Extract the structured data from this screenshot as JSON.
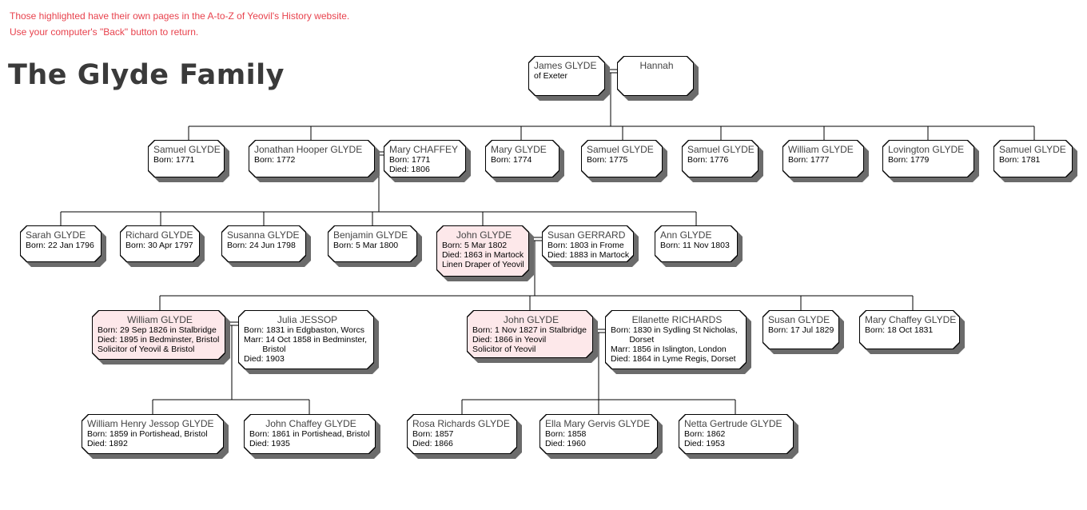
{
  "notes": [
    "Those highlighted have their own pages in the A-to-Z of Yeovil's History website.",
    "Use your computer's \"Back\" button to return."
  ],
  "title": "The Glyde Family",
  "colors": {
    "highlight": "#fde8ea",
    "note": "#e8424d"
  },
  "people": [
    {
      "id": "james",
      "name": "James GLYDE",
      "lines": [
        "of Exeter"
      ]
    },
    {
      "id": "hannah",
      "name": "Hannah",
      "lines": []
    },
    {
      "id": "samuel1771",
      "name": "Samuel GLYDE",
      "lines": [
        "Born: 1771"
      ]
    },
    {
      "id": "jonathan",
      "name": "Jonathan Hooper GLYDE",
      "lines": [
        "Born: 1772"
      ]
    },
    {
      "id": "marychaffey",
      "name": "Mary  CHAFFEY",
      "lines": [
        "Born: 1771",
        "Died: 1806"
      ]
    },
    {
      "id": "mary1774",
      "name": "Mary  GLYDE",
      "lines": [
        "Born: 1774"
      ]
    },
    {
      "id": "samuel1775",
      "name": "Samuel GLYDE",
      "lines": [
        "Born: 1775"
      ]
    },
    {
      "id": "samuel1776",
      "name": "Samuel GLYDE",
      "lines": [
        "Born: 1776"
      ]
    },
    {
      "id": "william1777",
      "name": "William GLYDE",
      "lines": [
        "Born: 1777"
      ]
    },
    {
      "id": "lovington",
      "name": "Lovington  GLYDE",
      "lines": [
        "Born: 1779"
      ]
    },
    {
      "id": "samuel1781",
      "name": "Samuel GLYDE",
      "lines": [
        "Born: 1781"
      ]
    },
    {
      "id": "sarah",
      "name": "Sarah  GLYDE",
      "lines": [
        "Born: 22 Jan 1796"
      ]
    },
    {
      "id": "richard",
      "name": "Richard GLYDE",
      "lines": [
        "Born: 30 Apr 1797"
      ]
    },
    {
      "id": "susanna",
      "name": "Susanna  GLYDE",
      "lines": [
        "Born: 24 Jun 1798"
      ]
    },
    {
      "id": "benjamin",
      "name": "Benjamin  GLYDE",
      "lines": [
        "Born: 5 Mar 1800"
      ]
    },
    {
      "id": "john1802",
      "name": "John GLYDE",
      "highlighted": true,
      "lines": [
        "Born: 5 Mar 1802",
        "Died: 1863 in Martock",
        "Linen Draper of Yeovil"
      ]
    },
    {
      "id": "susangerrard",
      "name": "Susan GERRARD",
      "lines": [
        "Born: 1803 in Frome",
        "Died: 1883 in Martock"
      ]
    },
    {
      "id": "ann",
      "name": "Ann  GLYDE",
      "lines": [
        "Born: 11 Nov 1803"
      ]
    },
    {
      "id": "william1826",
      "name": "William GLYDE",
      "highlighted": true,
      "lines": [
        "Born: 29 Sep 1826 in Stalbridge",
        "Died: 1895 in Bedminster, Bristol",
        "Solicitor of Yeovil & Bristol"
      ]
    },
    {
      "id": "julia",
      "name": "Julia  JESSOP",
      "lines": [
        "Born: 1831 in Edgbaston, Worcs",
        "Marr: 14 Oct 1858 in Bedminster,",
        "        Bristol",
        "Died: 1903"
      ]
    },
    {
      "id": "john1827",
      "name": "John GLYDE",
      "highlighted": true,
      "lines": [
        "Born: 1 Nov 1827 in Stalbridge",
        "Died: 1866 in Yeovil",
        "Solicitor of Yeovil"
      ]
    },
    {
      "id": "ellanette",
      "name": "Ellanette  RICHARDS",
      "lines": [
        "Born: 1830 in Sydling St Nicholas,",
        "        Dorset",
        "Marr: 1856 in Islington, London",
        "Died: 1864 in Lyme Regis, Dorset"
      ]
    },
    {
      "id": "susan1829",
      "name": "Susan GLYDE",
      "lines": [
        "Born: 17 Jul 1829"
      ]
    },
    {
      "id": "marychaffey1831",
      "name": "Mary Chaffey  GLYDE",
      "lines": [
        "Born: 18 Oct 1831"
      ]
    },
    {
      "id": "whj",
      "name": "William Henry Jessop GLYDE",
      "lines": [
        "Born: 1859 in Portishead, Bristol",
        "Died: 1892"
      ]
    },
    {
      "id": "johnchaffey",
      "name": "John  Chaffey  GLYDE",
      "lines": [
        "Born: 1861 in Portishead, Bristol",
        "Died: 1935"
      ]
    },
    {
      "id": "rosa",
      "name": "Rosa Richards GLYDE",
      "lines": [
        "Born: 1857",
        "Died: 1866"
      ]
    },
    {
      "id": "ella",
      "name": "Ella Mary Gervis GLYDE",
      "lines": [
        "Born: 1858",
        "Died: 1960"
      ]
    },
    {
      "id": "netta",
      "name": "Netta Gertrude GLYDE",
      "lines": [
        "Born: 1862",
        "Died: 1953"
      ]
    }
  ]
}
